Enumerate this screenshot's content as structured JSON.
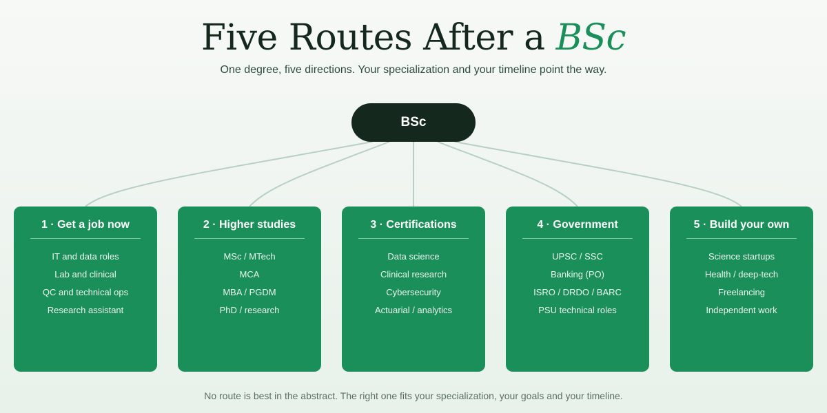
{
  "header": {
    "title_main": "Five Routes After a ",
    "title_accent": "BSc",
    "subtitle": "One degree, five directions. Your specialization and your timeline point the way."
  },
  "root": {
    "label": "BSc"
  },
  "routes": [
    {
      "title": "1 · Get a job now",
      "items": [
        "IT and data roles",
        "Lab and clinical",
        "QC and technical ops",
        "Research assistant"
      ]
    },
    {
      "title": "2 · Higher studies",
      "items": [
        "MSc / MTech",
        "MCA",
        "MBA / PGDM",
        "PhD / research"
      ]
    },
    {
      "title": "3 · Certifications",
      "items": [
        "Data science",
        "Clinical research",
        "Cybersecurity",
        "Actuarial / analytics"
      ]
    },
    {
      "title": "4 · Government",
      "items": [
        "UPSC / SSC",
        "Banking (PO)",
        "ISRO / DRDO / BARC",
        "PSU technical roles"
      ]
    },
    {
      "title": "5 · Build your own",
      "items": [
        "Science startups",
        "Health / deep-tech",
        "Freelancing",
        "Independent work"
      ]
    }
  ],
  "footer": {
    "note": "No route is best in the abstract. The right one fits your specialization, your goals and your timeline."
  },
  "colors": {
    "dark": "#14281d",
    "green": "#1a8f5a",
    "connector": "#b8d0c3"
  }
}
